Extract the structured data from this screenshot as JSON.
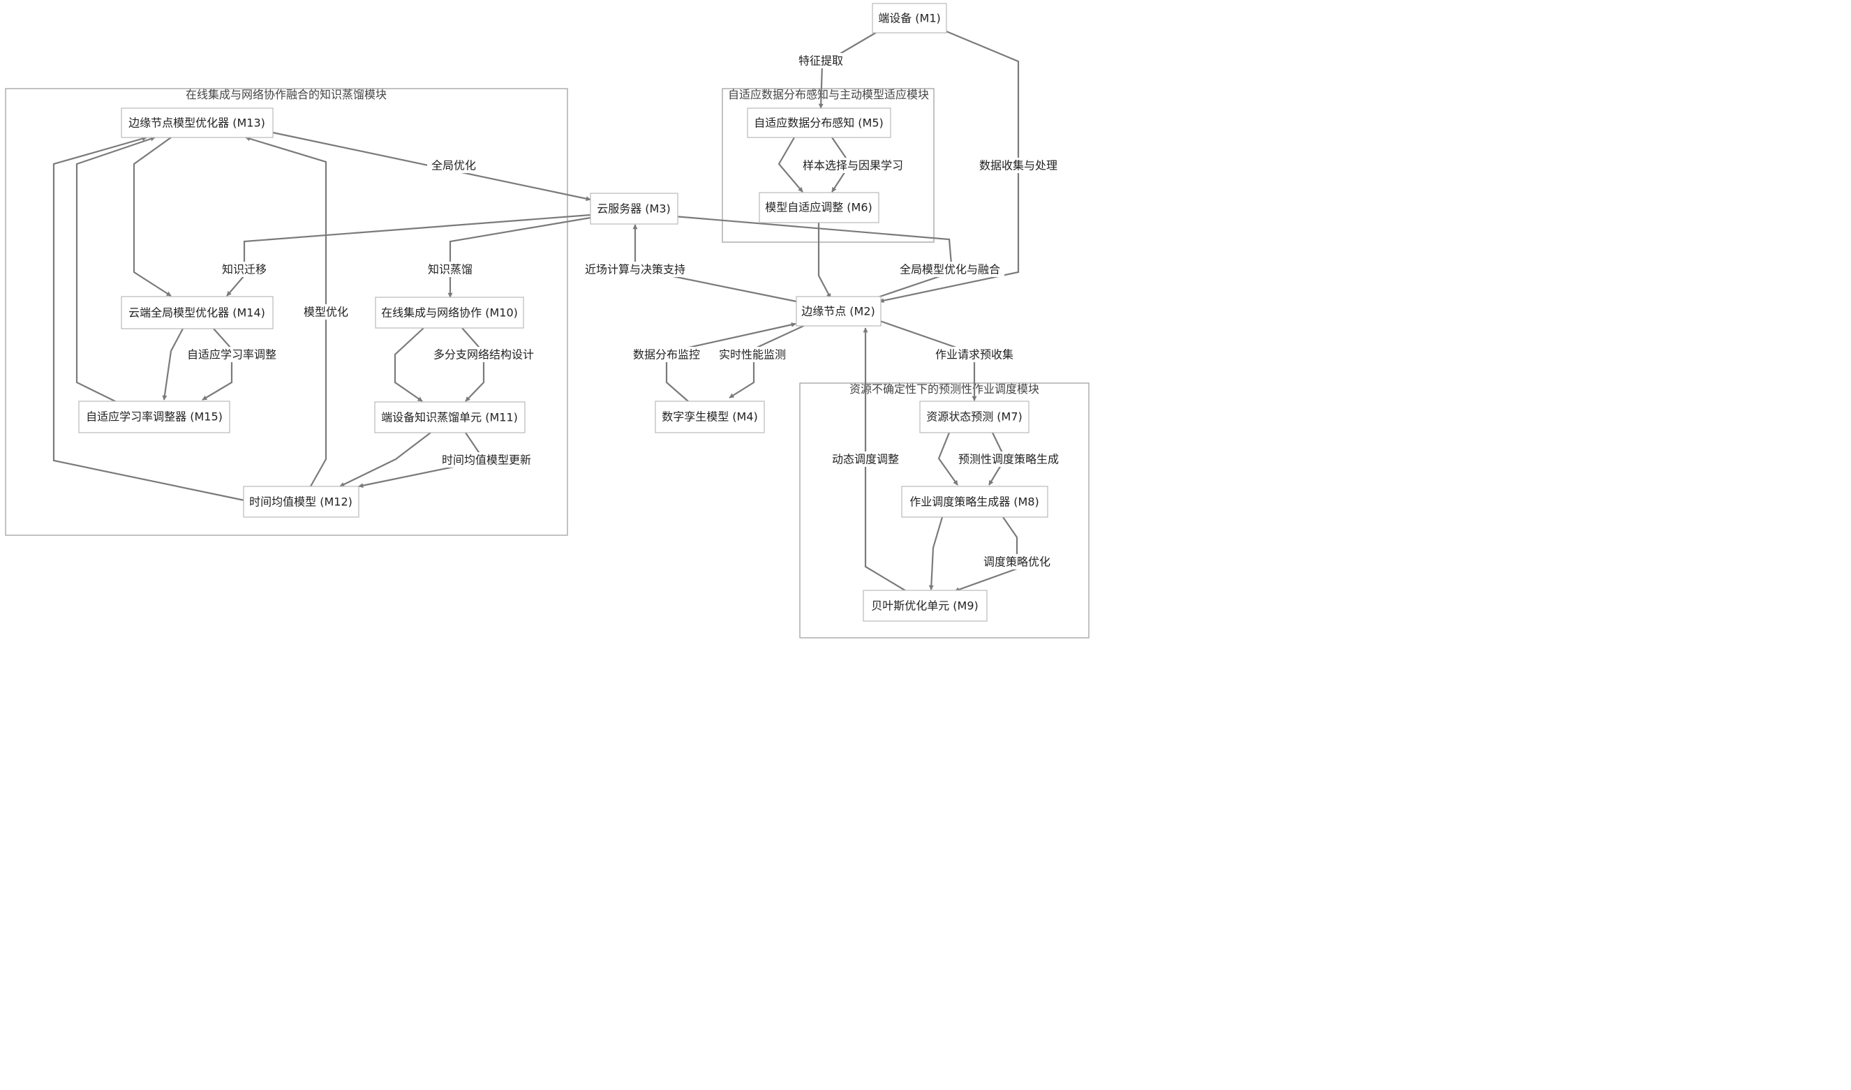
{
  "clusters": {
    "distill": "在线集成与网络协作融合的知识蒸馏模块",
    "adaptive": "自适应数据分布感知与主动模型适应模块",
    "schedule": "资源不确定性下的预测性作业调度模块"
  },
  "nodes": {
    "m1": "端设备 (M1)",
    "m2": "边缘节点 (M2)",
    "m3": "云服务器 (M3)",
    "m4": "数字孪生模型 (M4)",
    "m5": "自适应数据分布感知 (M5)",
    "m6": "模型自适应调整 (M6)",
    "m7": "资源状态预测 (M7)",
    "m8": "作业调度策略生成器 (M8)",
    "m9": "贝叶斯优化单元 (M9)",
    "m10": "在线集成与网络协作 (M10)",
    "m11": "端设备知识蒸馏单元 (M11)",
    "m12": "时间均值模型 (M12)",
    "m13": "边缘节点模型优化器 (M13)",
    "m14": "云端全局模型优化器 (M14)",
    "m15": "自适应学习率调整器 (M15)"
  },
  "edge_labels": {
    "feature_extract": "特征提取",
    "data_collect": "数据收集与处理",
    "sample_select": "样本选择与因果学习",
    "global_fusion": "全局模型优化与融合",
    "near_field": "近场计算与决策支持",
    "job_collect": "作业请求预收集",
    "data_monitor": "数据分布监控",
    "perf_monitor": "实时性能监测",
    "dynamic_sched": "动态调度调整",
    "predictive_gen": "预测性调度策略生成",
    "sched_opt": "调度策略优化",
    "global_opt": "全局优化",
    "knowledge_transfer": "知识迁移",
    "knowledge_distill": "知识蒸馏",
    "multi_branch": "多分支网络结构设计",
    "time_mean_update": "时间均值模型更新",
    "adaptive_lr": "自适应学习率调整",
    "model_opt": "模型优化"
  }
}
